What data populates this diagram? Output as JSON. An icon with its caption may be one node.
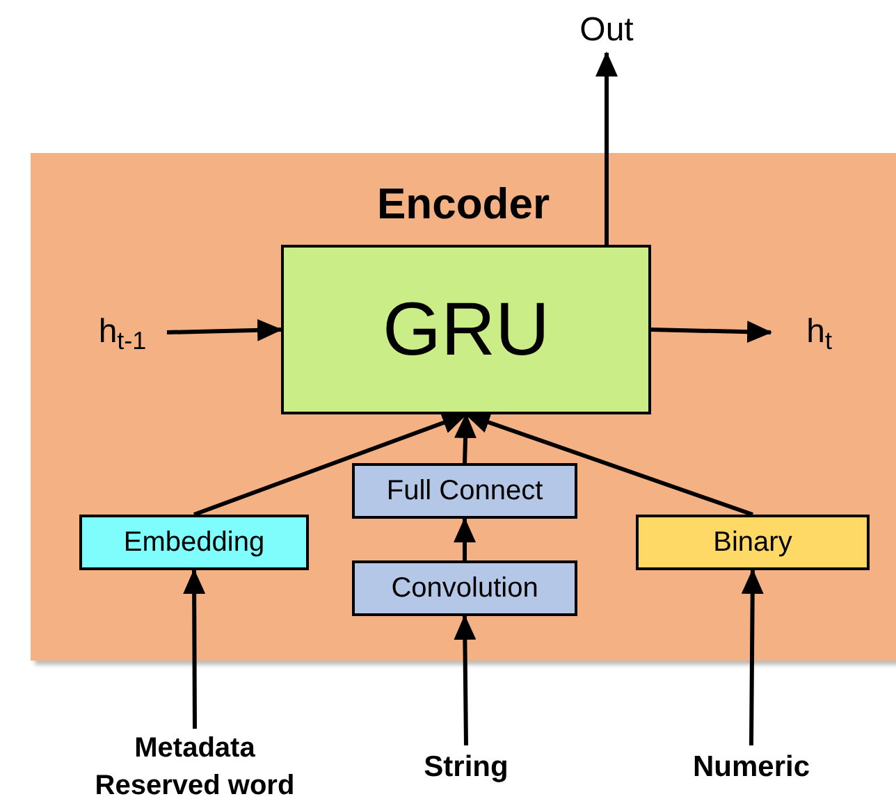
{
  "diagram": {
    "nodes": [
      {
        "text": [
          "Out"
        ]
      },
      {
        "text": [
          "Encoder"
        ]
      },
      {
        "text": [
          "h$_{t-1}$"
        ],
        "in": 1
      },
      {
        "text": [
          "GRU"
        ],
        "in": 1
      },
      {
        "text": [
          "h$_{t}$"
        ],
        "in": 1
      },
      {
        "text": [
          "Full Connect"
        ],
        "in": 1
      },
      {
        "text": [
          "Embedding"
        ],
        "in": 1
      },
      {
        "text": [
          "Binary"
        ],
        "in": 1
      },
      {
        "text": [
          "Convolution"
        ],
        "in": 1
      },
      {
        "text": [
          "Metadata Reserved word"
        ]
      },
      {
        "text": [
          "String"
        ]
      },
      {
        "text": [
          "Numeric"
        ]
      }
    ],
    "edges": [
      {
        "from": 3,
        "to": 0,
        "arrow": "to"
      },
      {
        "from": 2,
        "to": 3,
        "arrow": "to"
      },
      {
        "from": 3,
        "to": 4,
        "arrow": "to"
      },
      {
        "from": 6,
        "to": 3,
        "arrow": "to"
      },
      {
        "from": 5,
        "to": 3,
        "arrow": "to"
      },
      {
        "from": 7,
        "to": 3,
        "arrow": "to"
      },
      {
        "from": 8,
        "to": 5,
        "arrow": "to"
      },
      {
        "from": 9,
        "to": 6,
        "arrow": "to"
      },
      {
        "from": 10,
        "to": 8,
        "arrow": "to"
      },
      {
        "from": 11,
        "to": 7,
        "arrow": "to"
      }
    ]
  }
}
